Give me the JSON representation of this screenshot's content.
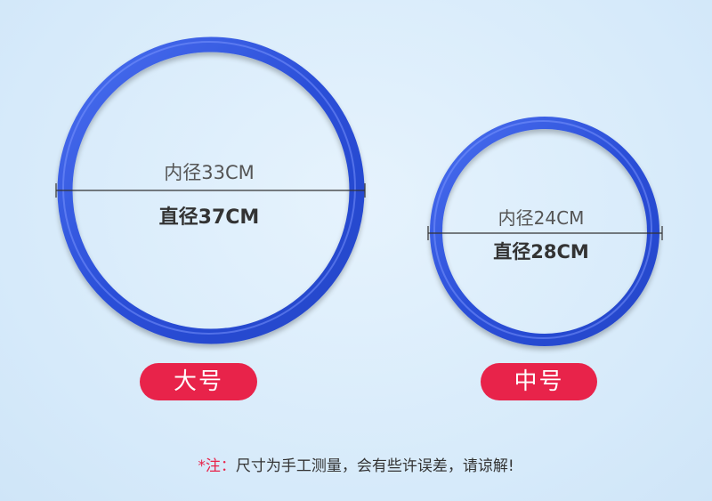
{
  "rings": {
    "large": {
      "inner_diameter": "内径33CM",
      "outer_diameter": "直径37CM",
      "size_label": "大号"
    },
    "medium": {
      "inner_diameter": "内径24CM",
      "outer_diameter": "直径28CM",
      "size_label": "中号"
    }
  },
  "note": {
    "marker": "*注：",
    "text": "尺寸为手工测量，会有些许误差，请谅解!"
  },
  "colors": {
    "background": "#d9ecfa",
    "ring_blue": "#2f52d6",
    "pill_red": "#e8234a",
    "text_dark": "#333333"
  }
}
